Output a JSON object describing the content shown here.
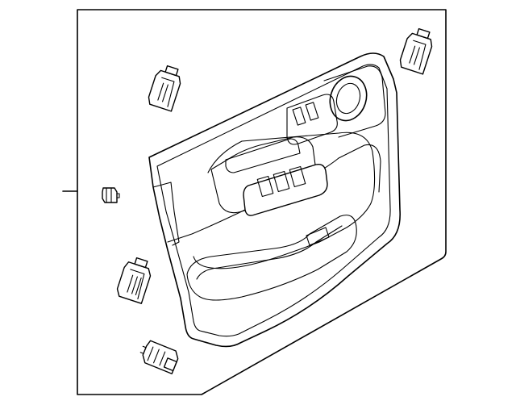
{
  "diagram": {
    "type": "exploded-parts-view",
    "subject": "door-trim-panel-assembly",
    "line_color": "#000000",
    "background_color": "#ffffff",
    "parts": [
      {
        "name": "door-trim-panel"
      },
      {
        "name": "retainer-clip-top-right"
      },
      {
        "name": "retainer-clip-top-left"
      },
      {
        "name": "push-pin-fastener"
      },
      {
        "name": "retainer-clip-lower-left"
      },
      {
        "name": "retainer-clip-bottom"
      }
    ]
  }
}
